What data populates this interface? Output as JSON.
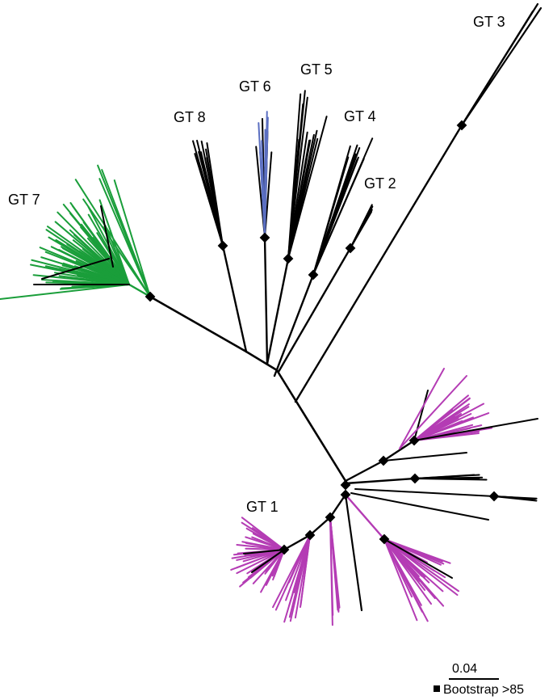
{
  "figure": {
    "type": "unrooted-phylogenetic-tree",
    "colors": {
      "default": "#000000",
      "gt7": "#1a9e3a",
      "gt6": "#5b6fc1",
      "gt1": "#b43cb4"
    },
    "genotype_labels": [
      "GT 3",
      "GT 5",
      "GT 6",
      "GT 8",
      "GT 4",
      "GT 2",
      "GT 7",
      "GT 1"
    ]
  },
  "legend": {
    "scale_value": "0.04",
    "bootstrap_label": "Bootstrap >85"
  }
}
